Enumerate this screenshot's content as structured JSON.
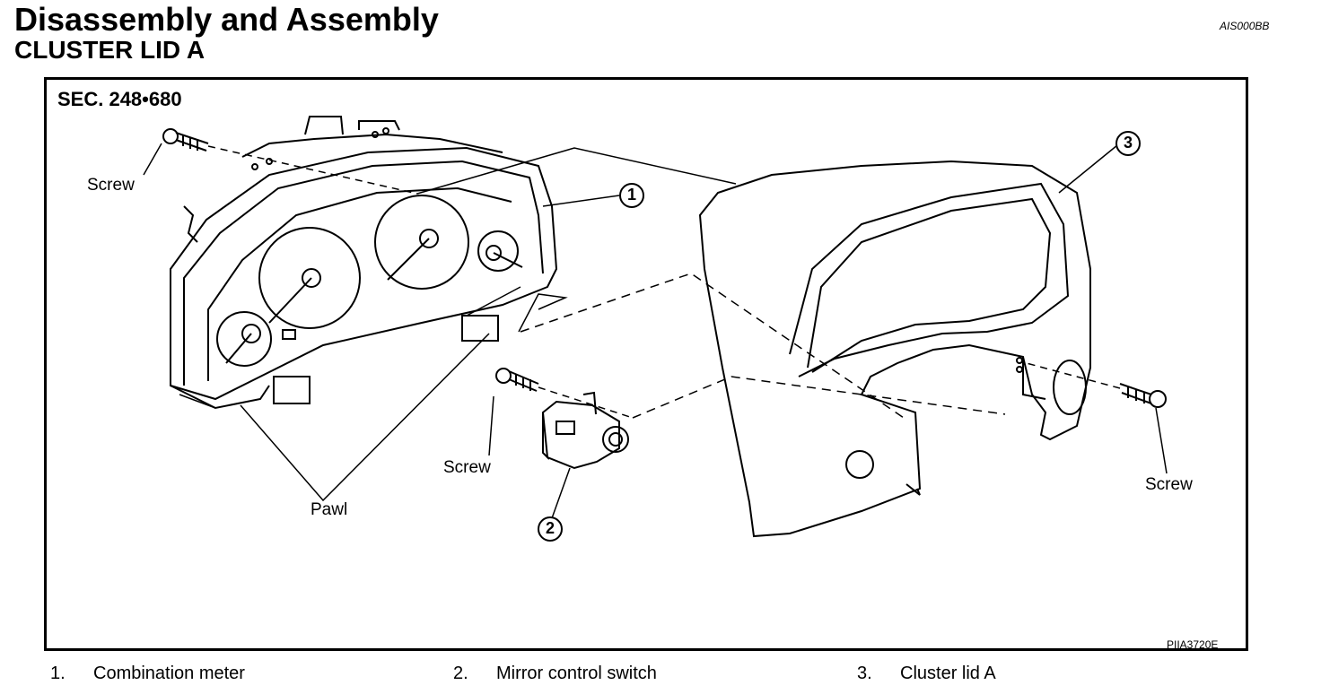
{
  "header": {
    "title": "Disassembly and Assembly",
    "subtitle": "CLUSTER LID A",
    "doc_id": "AIS000BB"
  },
  "figure": {
    "section": "SEC. 248•680",
    "figure_id": "PIIA3720E",
    "labels": {
      "screw_top": "Screw",
      "screw_middle": "Screw",
      "screw_right": "Screw",
      "pawl": "Pawl"
    },
    "callouts": [
      "1",
      "2",
      "3"
    ]
  },
  "legend": [
    {
      "num": "1.",
      "text": "Combination meter"
    },
    {
      "num": "2.",
      "text": "Mirror control switch"
    },
    {
      "num": "3.",
      "text": "Cluster lid A"
    }
  ]
}
